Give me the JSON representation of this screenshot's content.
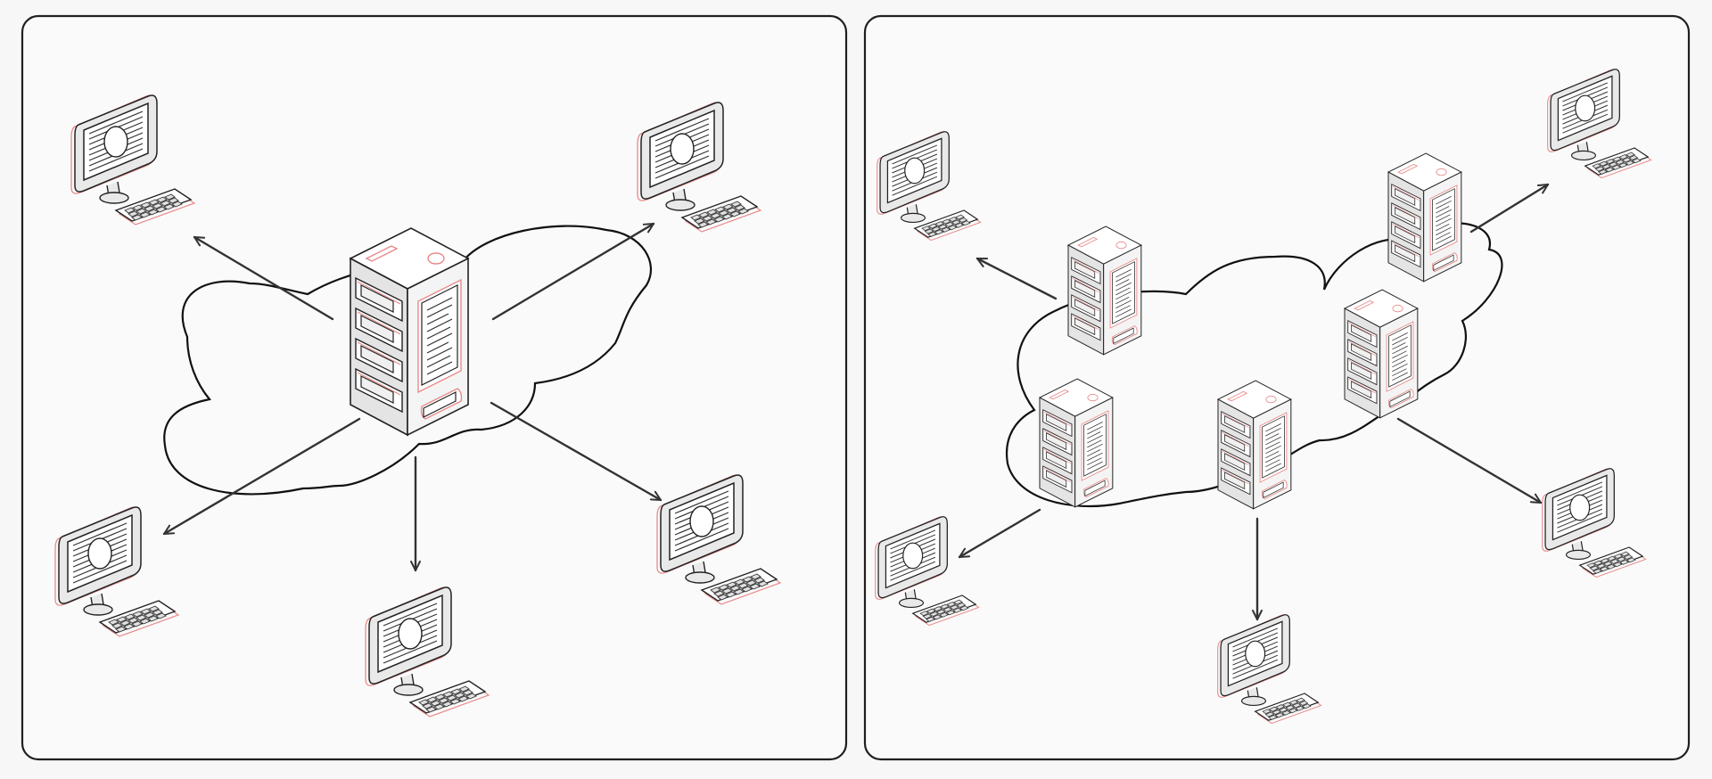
{
  "colors": {
    "background": "#f7f7f7",
    "panel_fill": "#fafafa",
    "stroke": "#1f1f1f",
    "accent": "#e88a8a",
    "screen_fill": "#ffffff",
    "keyboard_fill": "#ffffff"
  },
  "panels": [
    {
      "id": "centralized",
      "cloud": "cloud-shape",
      "servers": [
        "server-tower-icon"
      ],
      "computers": [
        "desktop-computer-icon",
        "desktop-computer-icon",
        "desktop-computer-icon",
        "desktop-computer-icon",
        "desktop-computer-icon"
      ],
      "arrow_count": 5
    },
    {
      "id": "distributed",
      "cloud": "cloud-shape",
      "servers": [
        "server-tower-icon",
        "server-tower-icon",
        "server-tower-icon",
        "server-tower-icon",
        "server-tower-icon"
      ],
      "computers": [
        "desktop-computer-icon",
        "desktop-computer-icon",
        "desktop-computer-icon",
        "desktop-computer-icon",
        "desktop-computer-icon"
      ],
      "arrow_count": 5
    }
  ]
}
